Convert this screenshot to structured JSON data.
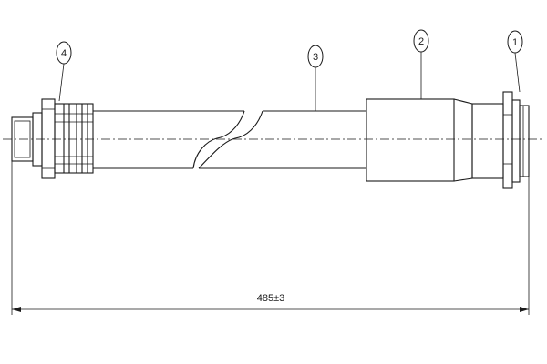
{
  "callouts": [
    {
      "label": "4",
      "part": "union-nut-fitting"
    },
    {
      "label": "3",
      "part": "hose"
    },
    {
      "label": "2",
      "part": "crimp-ferrule"
    },
    {
      "label": "1",
      "part": "banjo-end-fitting"
    }
  ],
  "dimensions": {
    "overall_length": "485±3"
  }
}
